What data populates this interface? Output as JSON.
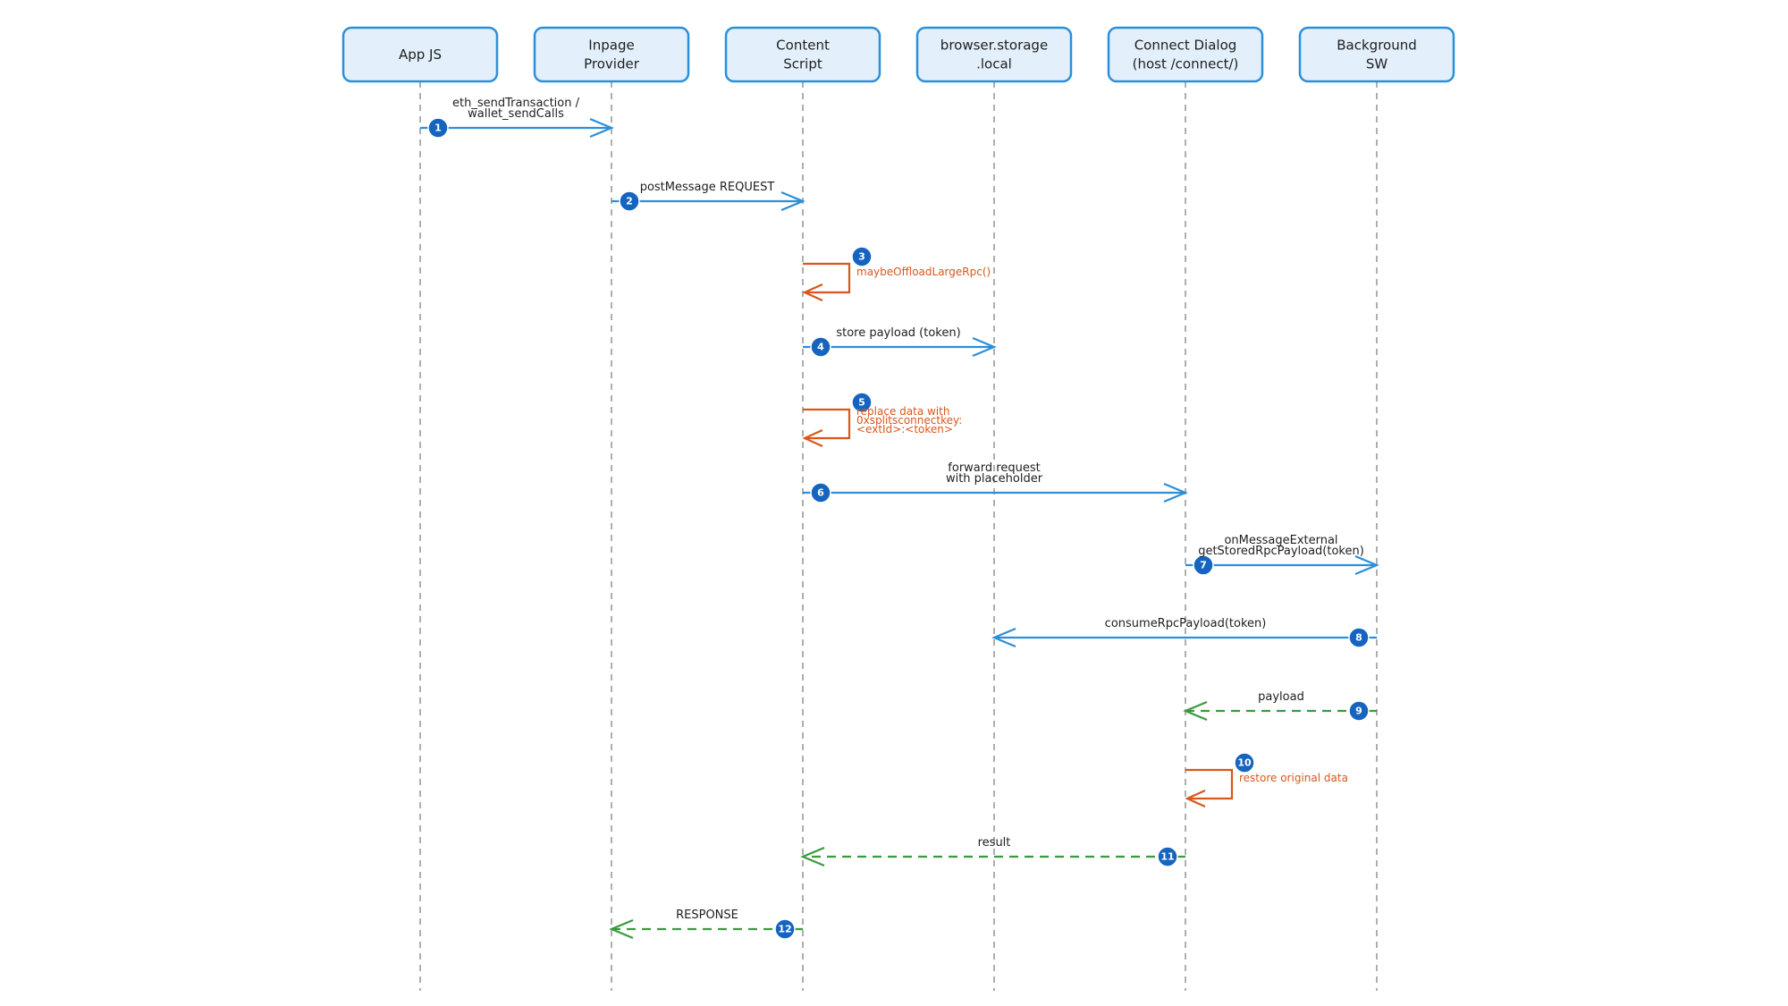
{
  "participants": [
    {
      "id": "app",
      "lines": [
        "App JS"
      ]
    },
    {
      "id": "inpage",
      "lines": [
        "Inpage",
        "Provider"
      ]
    },
    {
      "id": "content",
      "lines": [
        "Content",
        "Script"
      ]
    },
    {
      "id": "storage",
      "lines": [
        "browser.storage",
        ".local"
      ]
    },
    {
      "id": "dialog",
      "lines": [
        "Connect Dialog",
        "(host /connect/)"
      ]
    },
    {
      "id": "bg",
      "lines": [
        "Background",
        "SW"
      ]
    }
  ],
  "messages": [
    {
      "num": "1",
      "from": "app",
      "to": "inpage",
      "style": "solid",
      "color": "blue",
      "lines": [
        "eth_sendTransaction /",
        "wallet_sendCalls"
      ]
    },
    {
      "num": "2",
      "from": "inpage",
      "to": "content",
      "style": "solid",
      "color": "blue",
      "lines": [
        "postMessage REQUEST"
      ]
    },
    {
      "num": "3",
      "from": "content",
      "to": "content",
      "style": "self",
      "color": "orange",
      "lines": [
        "maybeOffloadLargeRpc()"
      ]
    },
    {
      "num": "4",
      "from": "content",
      "to": "storage",
      "style": "solid",
      "color": "blue",
      "lines": [
        "store payload (token)"
      ]
    },
    {
      "num": "5",
      "from": "content",
      "to": "content",
      "style": "self",
      "color": "orange",
      "lines": [
        "replace data with",
        "0xsplitsconnectkey:",
        "<extId>:<token>"
      ]
    },
    {
      "num": "6",
      "from": "content",
      "to": "dialog",
      "style": "solid",
      "color": "blue",
      "lines": [
        "forward request",
        "with placeholder"
      ]
    },
    {
      "num": "7",
      "from": "dialog",
      "to": "bg",
      "style": "solid",
      "color": "blue",
      "lines": [
        "onMessageExternal",
        "getStoredRpcPayload(token)"
      ]
    },
    {
      "num": "8",
      "from": "bg",
      "to": "storage",
      "style": "solid",
      "color": "blue",
      "lines": [
        "consumeRpcPayload(token)"
      ]
    },
    {
      "num": "9",
      "from": "bg",
      "to": "dialog",
      "style": "dashed",
      "color": "green",
      "lines": [
        "payload"
      ]
    },
    {
      "num": "10",
      "from": "dialog",
      "to": "dialog",
      "style": "self",
      "color": "orange",
      "lines": [
        "restore original data"
      ]
    },
    {
      "num": "11",
      "from": "dialog",
      "to": "content",
      "style": "dashed",
      "color": "green",
      "lines": [
        "result"
      ]
    },
    {
      "num": "12",
      "from": "content",
      "to": "inpage",
      "style": "dashed",
      "color": "green",
      "lines": [
        "RESPONSE"
      ]
    }
  ],
  "colors": {
    "blue": "#2b8fd9",
    "orange": "#d9571a",
    "green": "#3a9a3f",
    "badge": "#1565c0",
    "box_fill": "#e3f0fb",
    "box_stroke": "#2b8fd9",
    "lifeline": "#9a9a9a"
  }
}
